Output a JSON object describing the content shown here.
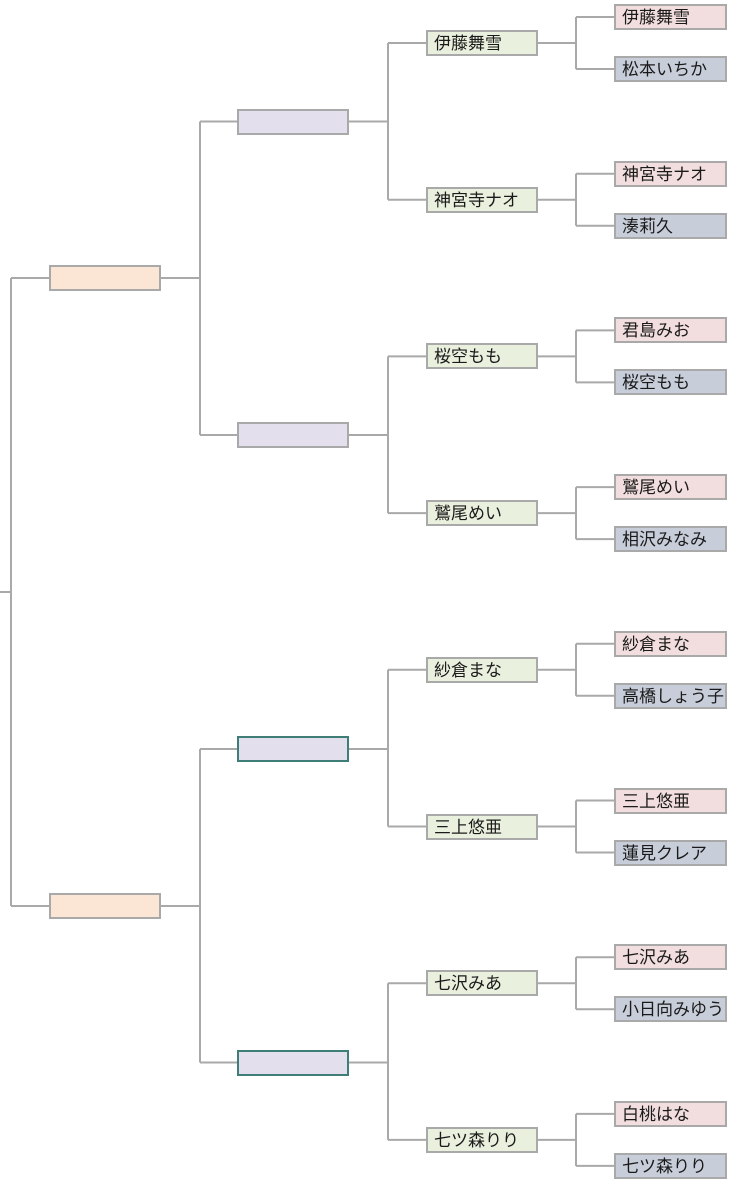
{
  "bracket": {
    "round1": [
      "伊藤舞雪",
      "松本いちか",
      "神宮寺ナオ",
      "湊莉久",
      "君島みお",
      "桜空もも",
      "鷲尾めい",
      "相沢みなみ",
      "紗倉まな",
      "高橋しょう子",
      "三上悠亜",
      "蓮見クレア",
      "七沢みあ",
      "小日向みゆう",
      "白桃はな",
      "七ツ森りり"
    ],
    "round2": [
      "伊藤舞雪",
      "神宮寺ナオ",
      "桜空もも",
      "鷲尾めい",
      "紗倉まな",
      "三上悠亜",
      "七沢みあ",
      "七ツ森りり"
    ],
    "round3": [
      "",
      "",
      "",
      ""
    ],
    "semifinal": [
      "",
      ""
    ]
  }
}
